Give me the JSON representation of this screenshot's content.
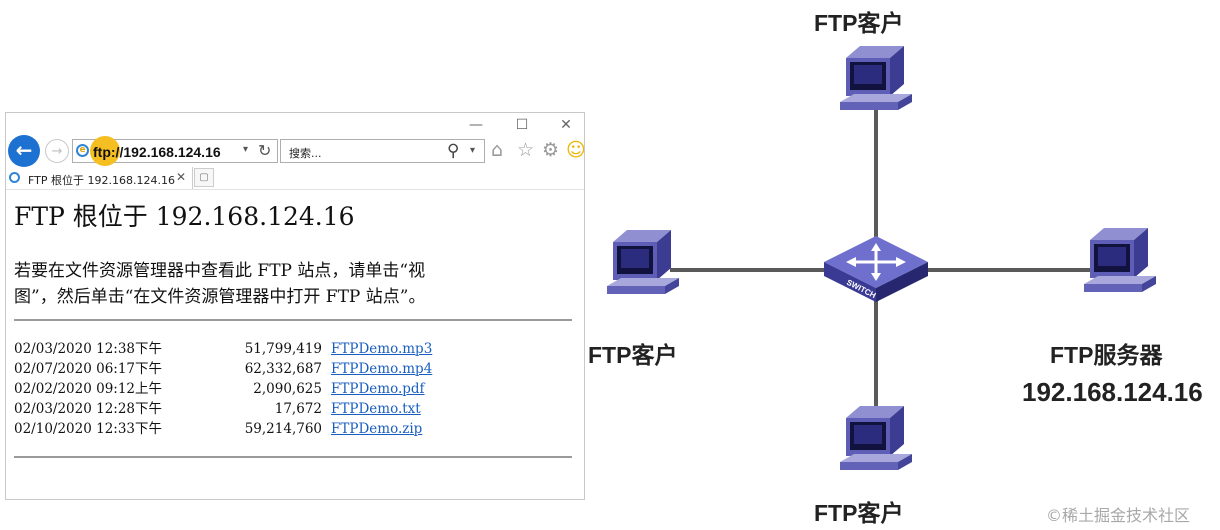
{
  "browser": {
    "window_controls": {
      "minimize": "—",
      "maximize": "☐",
      "close": "✕"
    },
    "nav": {
      "back_icon": "←",
      "forward_icon": "→"
    },
    "address": {
      "ftp_scheme": "ftp",
      "rest": "://192.168.124.16",
      "dropdown": "▾",
      "refresh": "↻"
    },
    "search": {
      "placeholder": "搜索...",
      "icon": "⚲",
      "dropdown": "▾"
    },
    "toolbar": {
      "home": "⌂",
      "favorites": "☆",
      "settings": "⚙",
      "feedback": "☺"
    },
    "tab": {
      "title": "FTP 根位于 192.168.124.16",
      "close": "✕"
    },
    "page": {
      "title": "FTP 根位于 192.168.124.16",
      "instruction_line1": "若要在文件资源管理器中查看此 FTP 站点，请单击“视",
      "instruction_line2": "图”，然后单击“在文件资源管理器中打开 FTP 站点”。",
      "files": [
        {
          "date": "02/03/2020 12:38下午",
          "size": "51,799,419",
          "name": "FTPDemo.mp3"
        },
        {
          "date": "02/07/2020 06:17下午",
          "size": "62,332,687",
          "name": "FTPDemo.mp4"
        },
        {
          "date": "02/02/2020 09:12上午",
          "size": "2,090,625",
          "name": "FTPDemo.pdf"
        },
        {
          "date": "02/03/2020 12:28下午",
          "size": "17,672",
          "name": "FTPDemo.txt"
        },
        {
          "date": "02/10/2020 12:33下午",
          "size": "59,214,760",
          "name": "FTPDemo.zip"
        }
      ]
    }
  },
  "diagram": {
    "switch_label": "SWITCH",
    "client_top": "FTP客户",
    "client_left": "FTP客户",
    "client_bottom": "FTP客户",
    "server_label": "FTP服务器",
    "server_ip": "192.168.124.16"
  },
  "watermark": "©稀土掘金技术社区"
}
